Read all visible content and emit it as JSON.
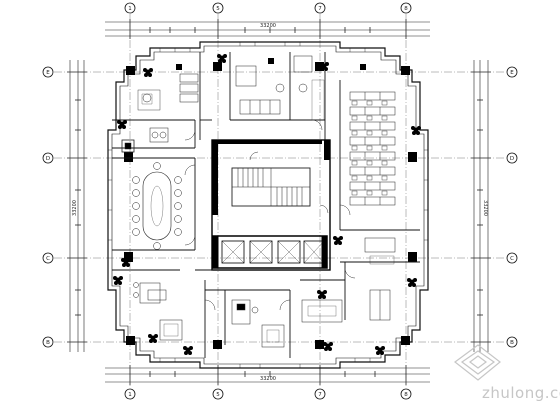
{
  "grid": {
    "columns": [
      "1",
      "5",
      "7",
      "8"
    ],
    "rows": [
      "E",
      "D",
      "C",
      "B"
    ]
  },
  "dimensions": {
    "top_overall": "33200",
    "bottom_overall": "33200",
    "left_overall": "33200",
    "right_overall": "33200"
  },
  "watermark": {
    "text": "zhulong.com",
    "icon": "zhulong-logo-icon"
  },
  "colors": {
    "line": "#111111",
    "wall": "#000000",
    "watermark": "#c6c6c6",
    "background": "#ffffff"
  }
}
